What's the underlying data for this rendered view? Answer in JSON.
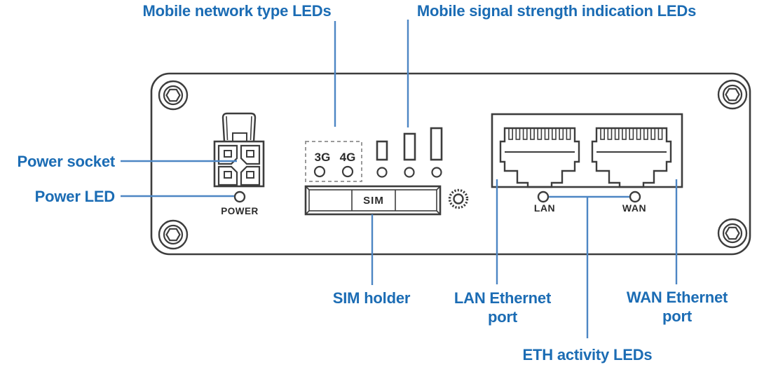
{
  "colors": {
    "label_blue": "#1b6cb4",
    "leader_blue": "#4d86c4",
    "outline_dark": "#3d3d3d",
    "text_dark": "#2b2b2b",
    "dash_gray": "#9a9a9a",
    "bg": "#ffffff"
  },
  "callouts": {
    "network_type": "Mobile network type LEDs",
    "signal_strength": "Mobile signal strength indication LEDs",
    "power_socket": "Power socket",
    "power_led": "Power LED",
    "sim_holder": "SIM holder",
    "lan_port": "LAN Ethernet\nport",
    "wan_port": "WAN Ethernet\nport",
    "eth_activity": "ETH activity LEDs"
  },
  "panel_labels": {
    "power": "POWER",
    "net_3g": "3G",
    "net_4g": "4G",
    "sim": "SIM",
    "lan": "LAN",
    "wan": "WAN"
  }
}
